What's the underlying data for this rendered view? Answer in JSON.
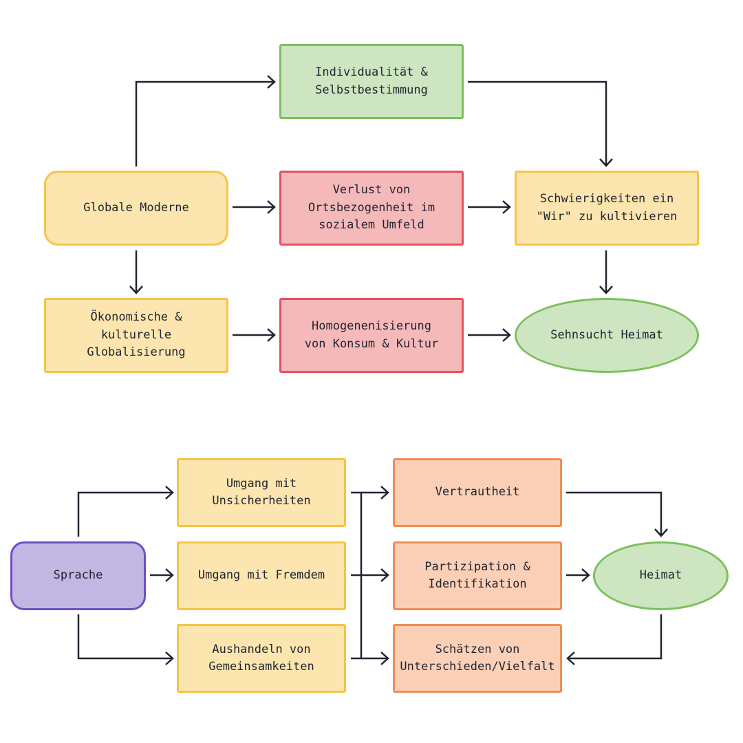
{
  "diagram_top": {
    "individualitaet": "Individualität &\nSelbstbestimmung",
    "globale_moderne": "Globale Moderne",
    "verlust": "Verlust von\nOrtsbezogenheit im\nsozialem Umfeld",
    "schwierigkeiten": "Schwierigkeiten ein\n\"Wir\" zu kultivieren",
    "oekonomische": "Ökonomische &\nkulturelle\nGlobalisierung",
    "homogenisierung": "Homogenenisierung\nvon Konsum & Kultur",
    "sehnsucht": "Sehnsucht Heimat"
  },
  "diagram_bottom": {
    "sprache": "Sprache",
    "unsicherheiten": "Umgang mit\nUnsicherheiten",
    "fremdem": "Umgang mit Fremdem",
    "gemeinsamkeiten": "Aushandeln von\nGemeinsamkeiten",
    "vertrautheit": "Vertrautheit",
    "partizipation": "Partizipation &\nIdentifikation",
    "unterschiede": "Schätzen von\nUnterschieden/Vielfalt",
    "heimat": "Heimat"
  },
  "colors": {
    "yellow_fill": "#fde5b0",
    "yellow_border": "#f6c445",
    "green_fill": "#cde6c1",
    "green_border": "#7cc05d",
    "red_fill": "#f6b9ba",
    "red_border": "#e3525a",
    "orange_fill": "#fcd0b7",
    "orange_border": "#f08e54",
    "purple_fill": "#c2b6e3",
    "purple_border": "#6e4fc6",
    "arrow": "#1f2430"
  }
}
